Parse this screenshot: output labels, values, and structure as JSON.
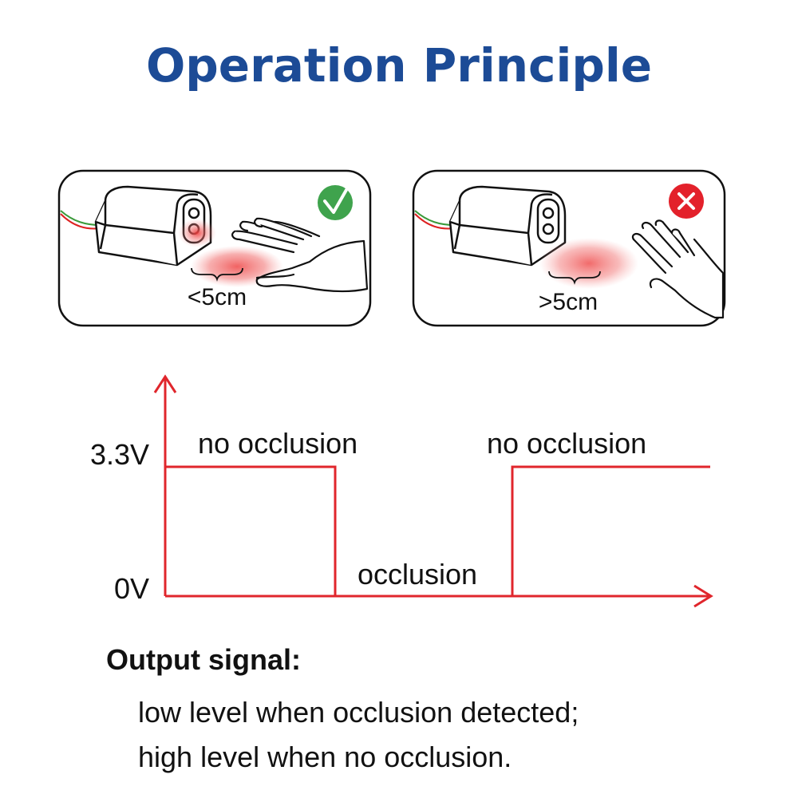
{
  "title": "Operation Principle",
  "panels": [
    {
      "distance_label": "<5cm",
      "status": "detected",
      "status_icon": "check-icon",
      "status_color": "#3fa34d"
    },
    {
      "distance_label": ">5cm",
      "status": "not-detected",
      "status_icon": "cross-icon",
      "status_color": "#e3212b"
    }
  ],
  "signal": {
    "high_voltage_label": "3.3V",
    "low_voltage_label": "0V",
    "state_labels": [
      "no occlusion",
      "occlusion",
      "no occlusion"
    ],
    "line_color": "#e0262c"
  },
  "output": {
    "label": "Output signal:",
    "line1": "low level when occlusion detected;",
    "line2": "high level when no occlusion."
  },
  "colors": {
    "title": "#1c4b96",
    "beam": "#f27b7b"
  }
}
